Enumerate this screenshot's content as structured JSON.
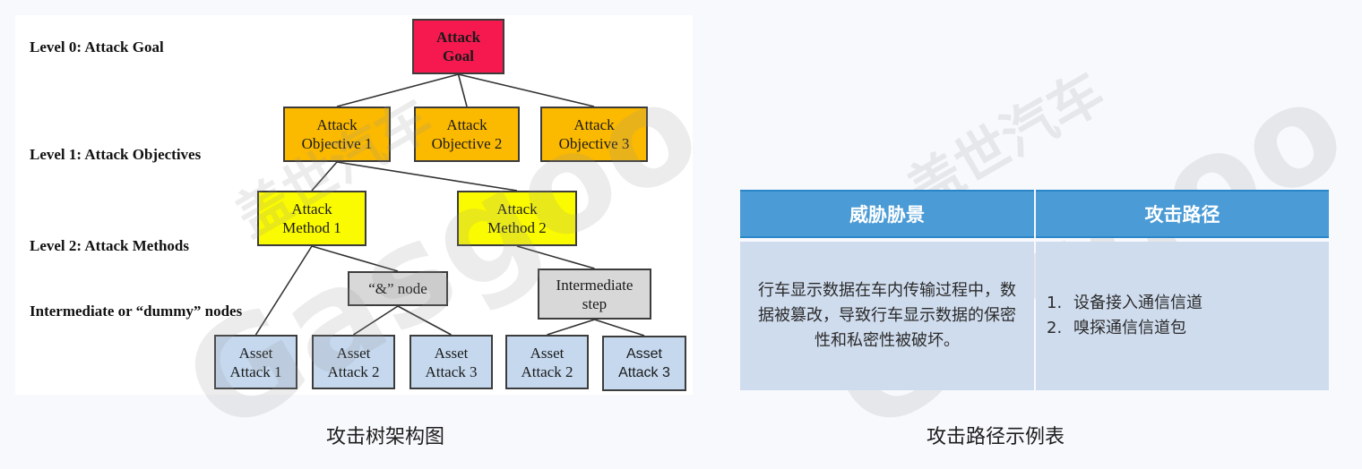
{
  "tree": {
    "levels": [
      "Level 0: Attack Goal",
      "Level 1: Attack Objectives",
      "Level 2: Attack Methods",
      "Intermediate or “dummy” nodes"
    ],
    "colors": {
      "goal": "#f5194f",
      "objective": "#fbb900",
      "method": "#fafa00",
      "intermediate": "#d8d8d8",
      "asset": "#c5d8ee"
    },
    "nodes": {
      "goal": [
        "Attack",
        "Goal"
      ],
      "objective1": [
        "Attack",
        "Objective 1"
      ],
      "objective2": [
        "Attack",
        "Objective 2"
      ],
      "objective3": [
        "Attack",
        "Objective 3"
      ],
      "method1": [
        "Attack",
        "Method 1"
      ],
      "method2": [
        "Attack",
        "Method 2"
      ],
      "and_node": [
        "“&” node"
      ],
      "intermediate_step": [
        "Intermediate",
        "step"
      ],
      "asset1": [
        "Asset",
        "Attack 1"
      ],
      "asset2a": [
        "Asset",
        "Attack 2"
      ],
      "asset3a": [
        "Asset",
        "Attack 3"
      ],
      "asset2b": [
        "Asset",
        "Attack 2"
      ],
      "asset3b": [
        "Asset",
        "Attack 3"
      ]
    },
    "edges": [
      [
        "goal",
        "objective1"
      ],
      [
        "goal",
        "objective2"
      ],
      [
        "goal",
        "objective3"
      ],
      [
        "objective1",
        "method1"
      ],
      [
        "objective1",
        "method2"
      ],
      [
        "method1",
        "asset1"
      ],
      [
        "method1",
        "and_node"
      ],
      [
        "and_node",
        "asset2a"
      ],
      [
        "and_node",
        "asset3a"
      ],
      [
        "method2",
        "intermediate_step"
      ],
      [
        "intermediate_step",
        "asset2b"
      ],
      [
        "intermediate_step",
        "asset3b"
      ]
    ],
    "caption": "攻击树架构图"
  },
  "table": {
    "headers": [
      "威胁胁景",
      "攻击路径"
    ],
    "header_color": "#4a9bd6",
    "body_color": "#cfdcee",
    "scenario": "行车显示数据在车内传输过程中，数据被篡改，导致行车显示数据的保密性和私密性被破坏。",
    "paths": [
      {
        "num": "1.",
        "text": "设备接入通信信道"
      },
      {
        "num": "2.",
        "text": "嗅探通信信道包"
      }
    ],
    "caption": "攻击路径示例表"
  },
  "watermark": {
    "brand_cn": "盖世汽车",
    "brand_en": "Gasgoo"
  }
}
